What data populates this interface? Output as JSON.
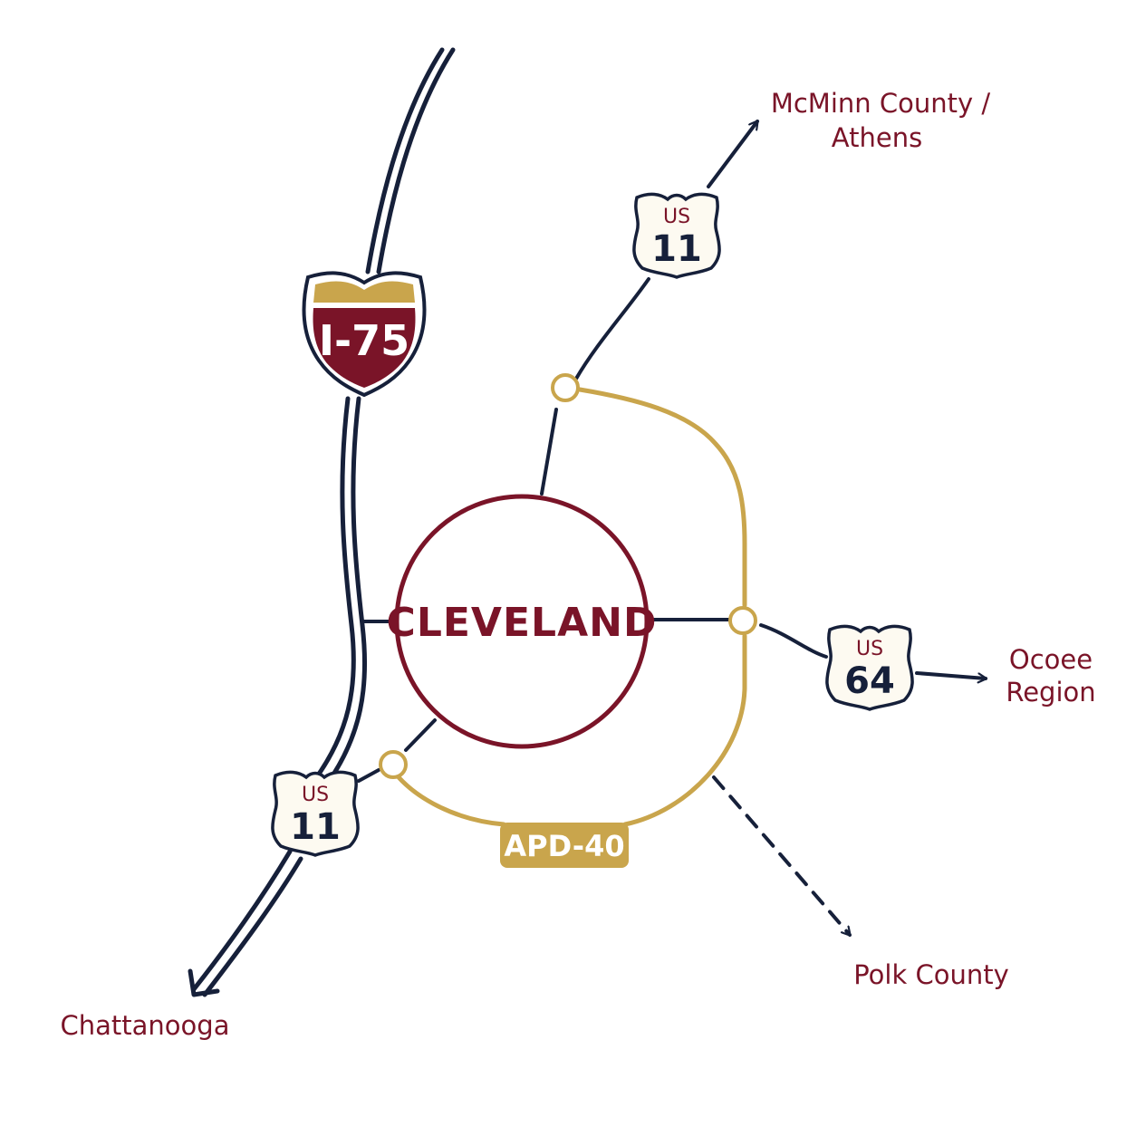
{
  "colors": {
    "maroon": "#7a1428",
    "navy": "#16203a",
    "gold": "#c9a54c",
    "shield_fill": "#fdfaf1"
  },
  "city": {
    "name": "CLEVELAND"
  },
  "interstate": {
    "label": "I-75"
  },
  "us_routes": {
    "north": {
      "top": "US",
      "number": "11"
    },
    "east": {
      "top": "US",
      "number": "64"
    },
    "south": {
      "top": "US",
      "number": "11"
    }
  },
  "bypass": {
    "label": "APD-40"
  },
  "destinations": {
    "north": {
      "line1": "McMinn County /",
      "line2": "Athens"
    },
    "east": {
      "line1": "Ocoee",
      "line2": "Region"
    },
    "southeast": {
      "line1": "Polk County"
    },
    "southwest": {
      "line1": "Chattanooga"
    }
  }
}
